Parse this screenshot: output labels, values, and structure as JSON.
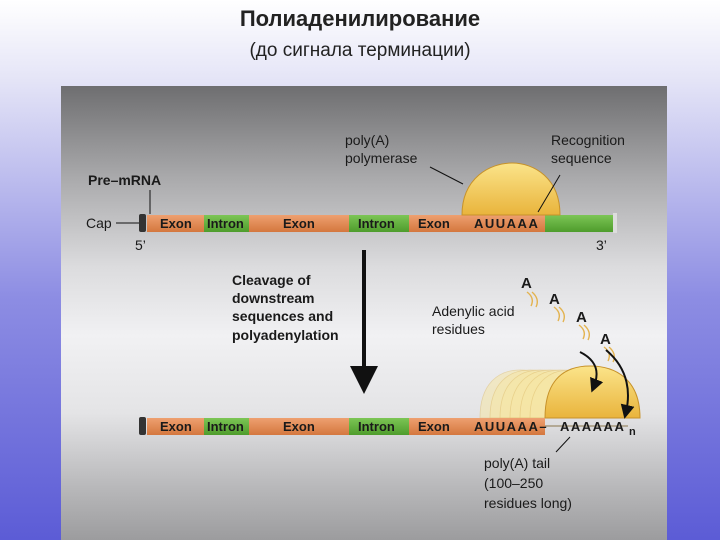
{
  "slide": {
    "title": "Полиаденилирование",
    "subtitle": "(до сигнала терминации)"
  },
  "diagram": {
    "pre_mrna_label": "Pre–mRNA",
    "cap_label": "Cap",
    "five_prime": "5’",
    "three_prime": "3’",
    "enzyme_label": [
      "poly(A)",
      "polymerase"
    ],
    "recognition_label": [
      "Recognition",
      "sequence"
    ],
    "segments": {
      "exon": "Exon",
      "intron": "Intron"
    },
    "signal_sequence": "AUUAAA",
    "step_label": [
      "Cleavage of",
      "downstream",
      "sequences and",
      "polyadenylation"
    ],
    "adenylic_label": [
      "Adenylic acid",
      "residues"
    ],
    "adenine_letter": "A",
    "tail_prefix": "AUUAAA–",
    "tail_sequence": "AAAAAA",
    "tail_subscript": "n",
    "tail_note": [
      "poly(A) tail",
      "(100–250",
      "residues long)"
    ],
    "colors": {
      "exon": "#e2864c",
      "intron": "#5aae35",
      "enzyme": "#f2c94c",
      "backbone": "#777777"
    }
  }
}
